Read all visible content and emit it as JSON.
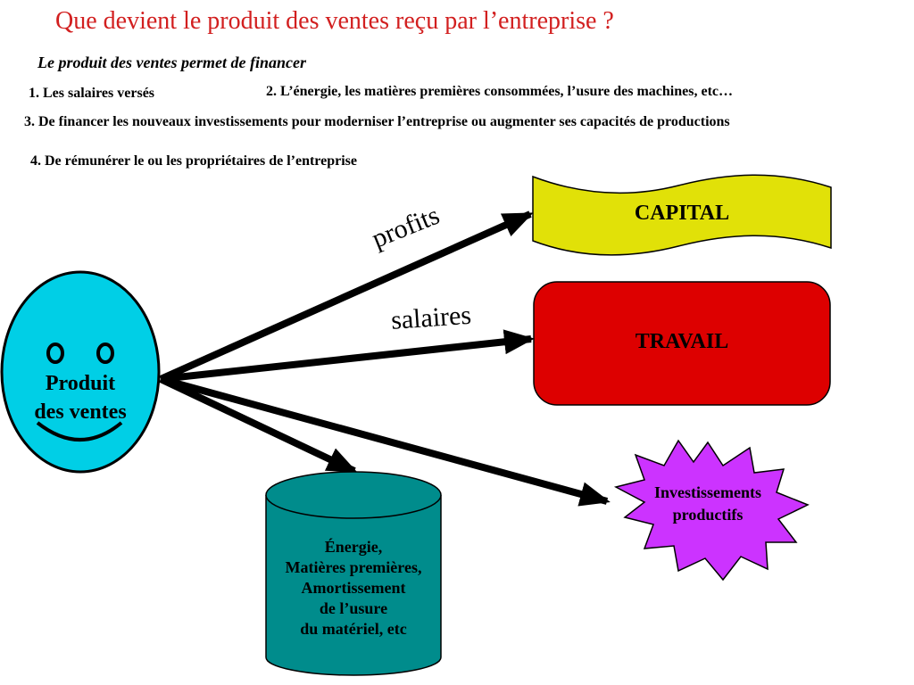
{
  "title": "Que devient le produit des ventes reçu par l’entreprise ?",
  "subtitle": "Le produit des ventes permet de financer",
  "items": [
    "1. Les salaires versés",
    "2. L’énergie, les matières premières consommées, l’usure des machines, etc…",
    "3. De financer les nouveaux investissements pour moderniser l’entreprise ou augmenter ses capacités de productions",
    "4. De rémunérer le ou les propriétaires de l’entreprise"
  ],
  "diagram": {
    "source": {
      "lines": [
        "Produit",
        "des ventes"
      ]
    },
    "arrow_labels": {
      "profits": "profits",
      "salaires": "salaires"
    },
    "capital": "CAPITAL",
    "travail": "TRAVAIL",
    "investissements": {
      "lines": [
        "Investissements",
        "productifs"
      ]
    },
    "energie": {
      "lines": [
        "Énergie,",
        "Matières premières,",
        "Amortissement",
        "de l’usure",
        "du matériel, etc"
      ]
    }
  },
  "colors": {
    "title": "#d21f1f",
    "face": "#00cfe6",
    "capital": "#e1e108",
    "travail": "#dd0000",
    "investissements": "#cc33ff",
    "cylinder": "#008c8c"
  }
}
